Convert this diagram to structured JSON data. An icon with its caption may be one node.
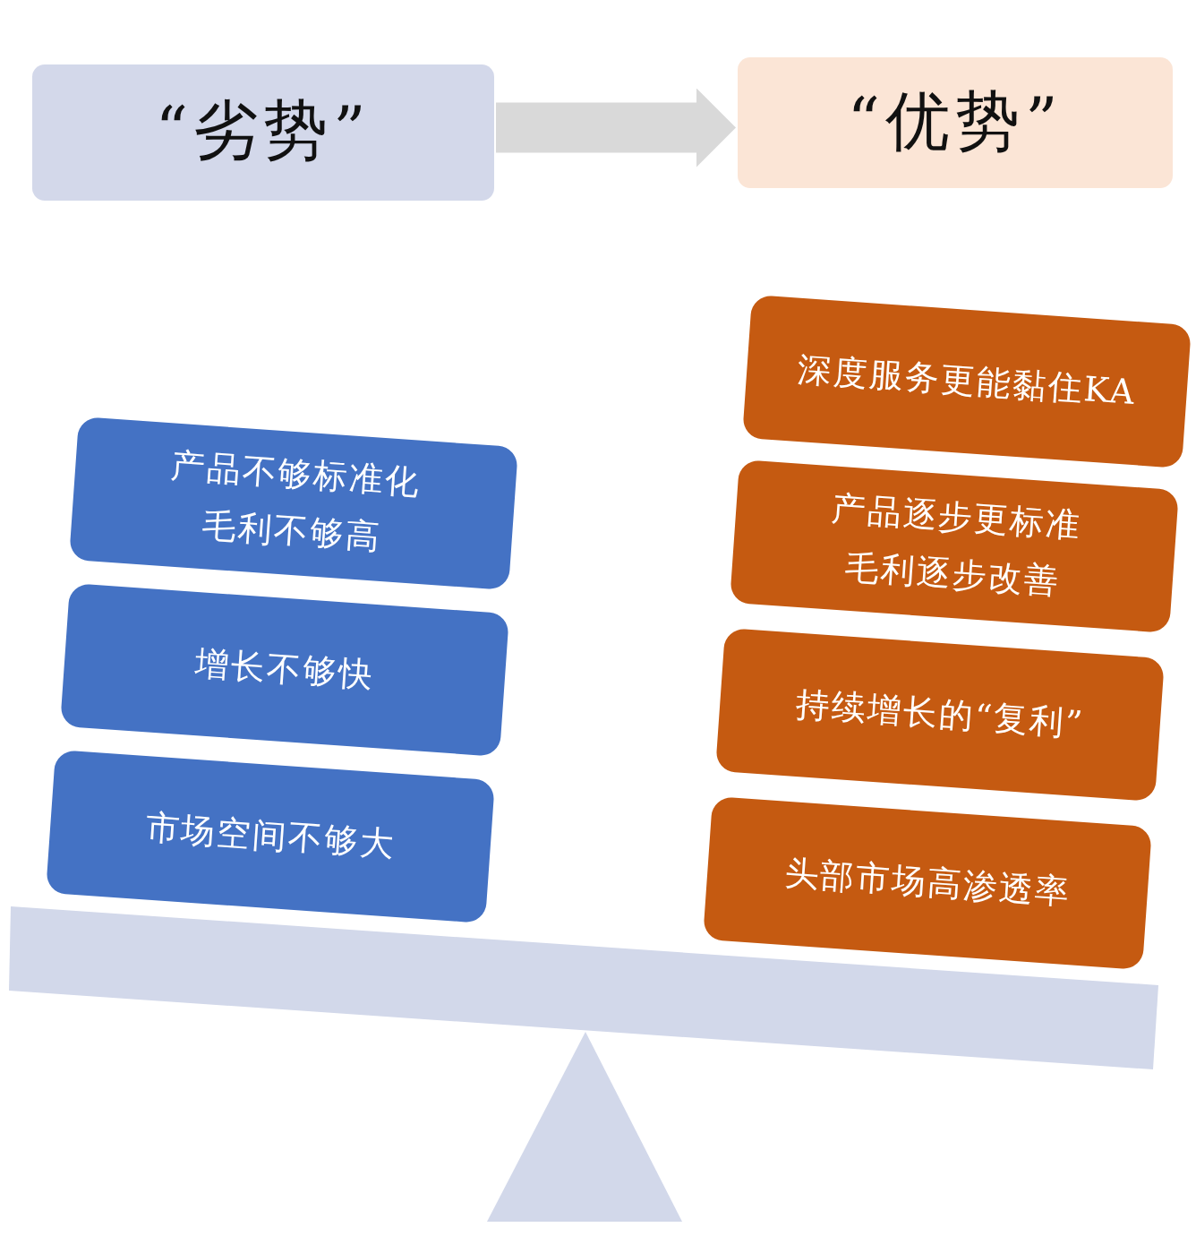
{
  "diagram": {
    "nodes": [
      {
        "text": [
          "“劣势”"
        ]
      },
      {
        "text": [
          "“优势”"
        ]
      },
      {
        "text": [
          "产品不够标准化",
          "毛利不够高"
        ]
      },
      {
        "text": [
          "增长不够快"
        ]
      },
      {
        "text": [
          "市场空间不够大"
        ]
      },
      {
        "text": [
          "深度服务更能黏住KA"
        ]
      },
      {
        "text": [
          "产品逐步更标准",
          "毛利逐步改善"
        ]
      },
      {
        "text": [
          "持续增长的“复利”"
        ]
      },
      {
        "text": [
          "头部市场高渗透率"
        ]
      }
    ],
    "edges": [
      {
        "from": 0,
        "to": 1,
        "arrow": "to"
      }
    ]
  }
}
